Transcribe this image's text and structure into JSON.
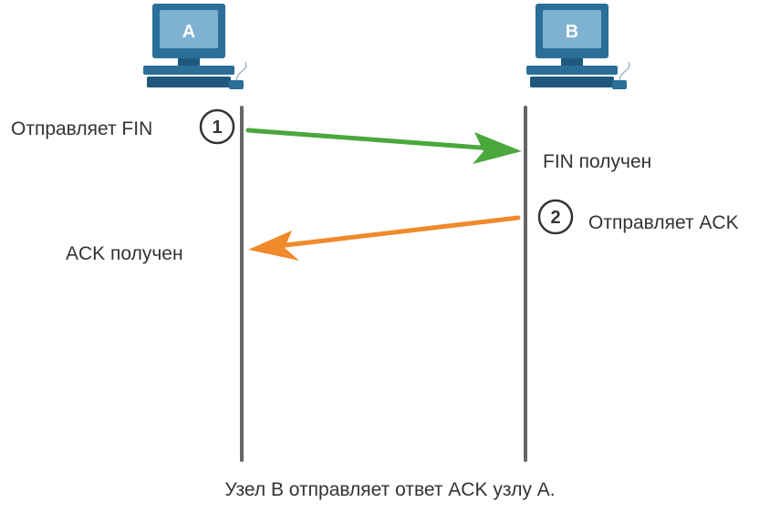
{
  "hosts": [
    {
      "id": "A",
      "label": "A"
    },
    {
      "id": "B",
      "label": "B"
    }
  ],
  "steps": [
    {
      "number": "1",
      "action": "Отправляет FIN",
      "result": "FIN получен",
      "color": "#4aa83c"
    },
    {
      "number": "2",
      "action": "Отправляет ACK",
      "result": "ACK получен",
      "color": "#f08a2a"
    }
  ],
  "caption": "Узел B отправляет ответ ACK узлу А.",
  "colors": {
    "computer_body": "#2b6f98",
    "computer_screen": "#7fb1d1",
    "timeline": "#666666",
    "text": "#333333"
  },
  "icons": [
    "computer-icon"
  ]
}
